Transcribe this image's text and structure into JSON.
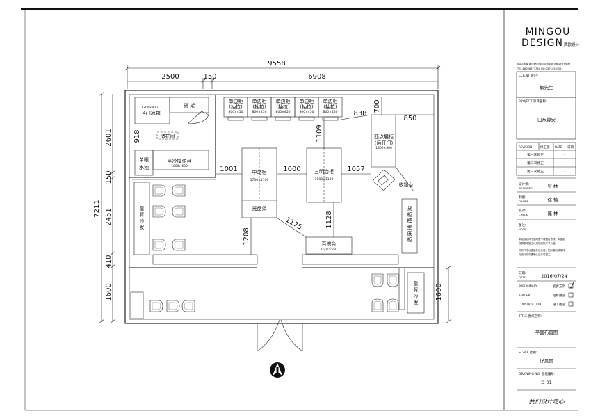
{
  "overall_dims": {
    "total_width": "9558",
    "seg_left": "2500",
    "seg_mid": "150",
    "seg_right": "6908",
    "total_height": "7211"
  },
  "vertical_dims": {
    "v2601": "2601",
    "v918": "918",
    "v150": "150",
    "v2451": "2451",
    "v410": "410",
    "v1600_left": "1600",
    "v1600_right": "1600"
  },
  "inner_dims": {
    "d1001": "1001",
    "d1000": "1000",
    "d1057": "1057",
    "d1109": "1109",
    "d838": "838",
    "d700": "700",
    "d850": "850",
    "d1208": "1208",
    "d1175": "1175",
    "d1128": "1128"
  },
  "rooms": {
    "ice_label": "4门冰箱",
    "ice_size": "1200×800",
    "shelf_label": "货 架",
    "storage_label": "储花间",
    "sink_label": "单眼水池",
    "prep_label": "平冷操作台",
    "prep_size": "1800×600",
    "middle_island_label": "中岛柜",
    "middle_island_size": "1700×1100",
    "tray_label": "托盘架",
    "sandwich_label": "三明治柜",
    "sandwich_size": "1800×1100",
    "western_label": "西点展柜",
    "western_sub": "(后开门)",
    "western_size": "1800×800",
    "cashier_label": "收银台",
    "display_label": "货柜模型展柜",
    "hundred_label": "百搭台",
    "hundred_size": "1500×550",
    "sofa_left": "靠背沙发",
    "sofa_right": "靠背沙发"
  },
  "cabinets": [
    {
      "label": "单边柜",
      "sub": "(抽拉)",
      "size": "800×450"
    },
    {
      "label": "单边柜",
      "sub": "(抽拉)",
      "size": "800×450"
    },
    {
      "label": "单边柜",
      "sub": "(抽拉)",
      "size": "800×450"
    },
    {
      "label": "单边柜",
      "sub": "(抽拉)",
      "size": "800×450"
    },
    {
      "label": "单边柜",
      "sub": "(抽拉)",
      "size": "800×450"
    }
  ],
  "title_block": {
    "logo_top": "MINGOU",
    "logo_bottom": "DESIGN",
    "logo_cn": "西欧设计",
    "addr_line1": "ADD:安徽省合肥市蜀山区政务区天鹅湖大厦B座",
    "addr_line2": "TEL:18098677734     QQ:2571453302",
    "client_label": "CLIENT  客户:",
    "client_value": "解先生",
    "project_label": "PROJECT  项目名称:",
    "project_value": "山东蓉安",
    "rev_h1": "REVISION",
    "rev_h2": "修正版",
    "rev_h3": "DATE",
    "rev_h4": "日期",
    "rev_rows": [
      "第一次修正",
      "第二次修正",
      "第三次修正"
    ],
    "rev_dash": "-",
    "designer_label": "设计师:",
    "designer_en": "DESIGNER",
    "designer_value": "张 林",
    "drawn_label": "制图:",
    "drawn_en": "DRAWN",
    "drawn_value": "徐 楠",
    "check_label": "校对:",
    "check_en": "CHECK",
    "check_value": "陈 林",
    "note_label": "备注:",
    "note_en": "NOTE",
    "note_text1": "未经设计师书面同意不得擅自修改。本图纸",
    "note_text2": "仅供参考施工以现场实际尺寸为准。",
    "note_text3": "所有尺寸以图纸标注为准，如有疑问请及时",
    "note_text4": "与设计方沟通确认后方可施工。",
    "date_label": "日期:",
    "date_en": "DATE",
    "date_value": "2016/07/24",
    "pre_en": "PRELIMINARY",
    "pre_cn": "初步方案",
    "tender_en": "TENDER",
    "tender_cn": "招标用途",
    "constr_en": "CONSTRUCTION",
    "constr_cn": "施工图途",
    "title_label": "TITLE  图纸名称:",
    "title_value": "平面布置图",
    "scale_label": "SCALE  比例:",
    "scale_value": "详见图",
    "drawno_label": "DRAWING NO.  图纸编号:",
    "drawno_value": "D-01",
    "slogan": "我们设计走心"
  }
}
